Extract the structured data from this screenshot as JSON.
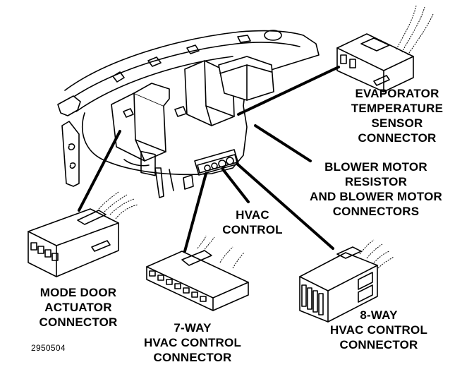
{
  "figure": {
    "figure_number": "2950504",
    "subject": "HVAC system connectors on instrument panel assembly",
    "line_color": "#000000",
    "background_color": "#ffffff"
  },
  "labels": {
    "evaporator_sensor": [
      "EVAPORATOR",
      "TEMPERATURE",
      "SENSOR",
      "CONNECTOR"
    ],
    "blower_motor": [
      "BLOWER MOTOR",
      "RESISTOR",
      "AND BLOWER MOTOR",
      "CONNECTORS"
    ],
    "hvac_control": [
      "HVAC",
      "CONTROL"
    ],
    "mode_door": [
      "MODE DOOR",
      "ACTUATOR",
      "CONNECTOR"
    ],
    "seven_way": [
      "7-WAY",
      "HVAC CONTROL",
      "CONNECTOR"
    ],
    "eight_way": [
      "8-WAY",
      "HVAC CONTROL",
      "CONNECTOR"
    ]
  }
}
